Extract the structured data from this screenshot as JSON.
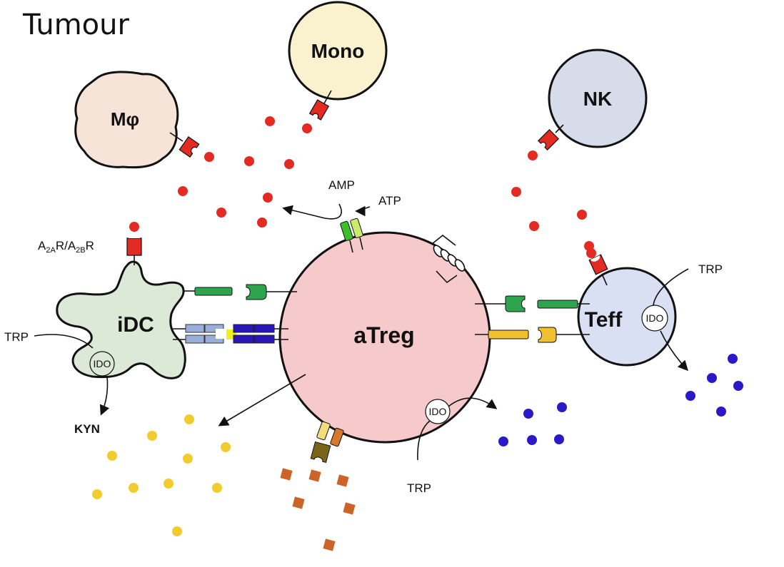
{
  "title": "Tumour",
  "cells": {
    "macrophage": {
      "label": "Mφ",
      "color": "#f7e4d8"
    },
    "monocyte": {
      "label": "Mono",
      "color": "#faf1cf"
    },
    "nk": {
      "label": "NK",
      "color": "#d6dcea"
    },
    "idc": {
      "label": "iDC",
      "color": "#dbe9d6"
    },
    "treg": {
      "label": "aTreg",
      "color": "#f6c9cb"
    },
    "teff": {
      "label": "Teff",
      "color": "#d9e0f3"
    }
  },
  "labels": {
    "amp": "AMP",
    "atp": "ATP",
    "receptor_prefix_1": "A",
    "receptor_sub_1": "2A",
    "receptor_mid": "R/A",
    "receptor_sub_2": "2B",
    "receptor_suffix": "R",
    "trp_idc": "TRP",
    "kyn": "KYN",
    "trp_teff": "TRP",
    "trp_treg": "TRP",
    "ido": "IDO"
  },
  "colors": {
    "adenosine": "#e32b23",
    "kynurenine": "#2b18c9",
    "cytokine_yellow": "#f2cc2e",
    "cytokine_orange": "#cc6428",
    "green_receptor": "#2fa44f",
    "yellow_receptor": "#f0c030",
    "light_blue_mhc": "#9aaedb",
    "dark_blue_tcr": "#2a16b8",
    "antigen": "#f0f020"
  }
}
